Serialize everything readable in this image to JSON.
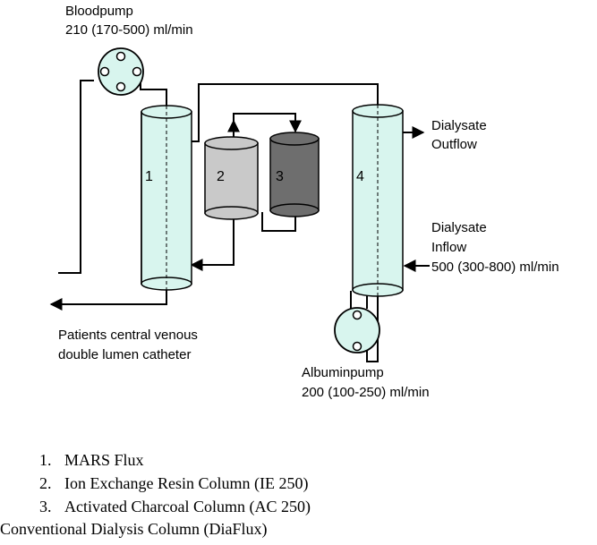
{
  "bloodpump": {
    "title": "Bloodpump",
    "rate": "210 (170-500) ml/min"
  },
  "albuminpump": {
    "title": "Albuminpump",
    "rate": "200 (100-250) ml/min"
  },
  "dialysate_outflow": {
    "line1": "Dialysate",
    "line2": "Outflow"
  },
  "dialysate_inflow": {
    "line1": "Dialysate",
    "line2": "Inflow",
    "rate": "500 (300-800) ml/min"
  },
  "patient": {
    "line1": "Patients central venous",
    "line2": "double lumen catheter"
  },
  "columns": [
    {
      "number": "1",
      "color": "#d8f5ee"
    },
    {
      "number": "2",
      "color": "#c9c9c9"
    },
    {
      "number": "3",
      "color": "#6e6e6e"
    },
    {
      "number": "4",
      "color": "#d8f5ee"
    }
  ],
  "legend": [
    {
      "marker": "1.",
      "text": "MARS Flux"
    },
    {
      "marker": "2.",
      "text": "Ion Exchange Resin Column (IE 250)"
    },
    {
      "marker": "3.",
      "text": "Activated Charcoal Column (AC 250)"
    }
  ],
  "legend_extra": "Conventional Dialysis Column (DiaFlux)"
}
